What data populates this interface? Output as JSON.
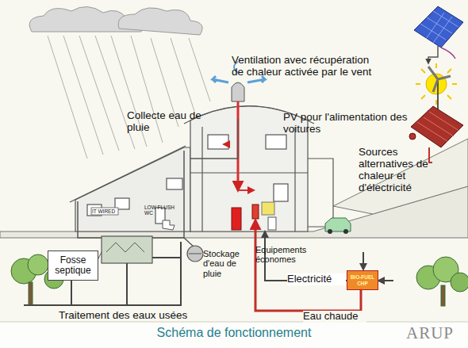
{
  "diagram": {
    "caption": "Schéma de fonctionnement",
    "nodes": [
      {
        "text": [
          "Fosse septique"
        ]
      },
      {
        "text": [
          "BIO-FUEL CHP"
        ]
      }
    ],
    "labels": [
      "Ventilation avec récupération de chaleur activée par le vent",
      "Collecte eau de pluie",
      "PV pour l'alimentation des voitures",
      "Sources alternatives de chaleur et d'électricité",
      "IT WIRED",
      "LOW FLUSH WC",
      "Stockage d'eau de pluie",
      "Equipements économes",
      "Electricité",
      "Traitement des eaux usées",
      "Eau chaude",
      "ARUP"
    ]
  }
}
